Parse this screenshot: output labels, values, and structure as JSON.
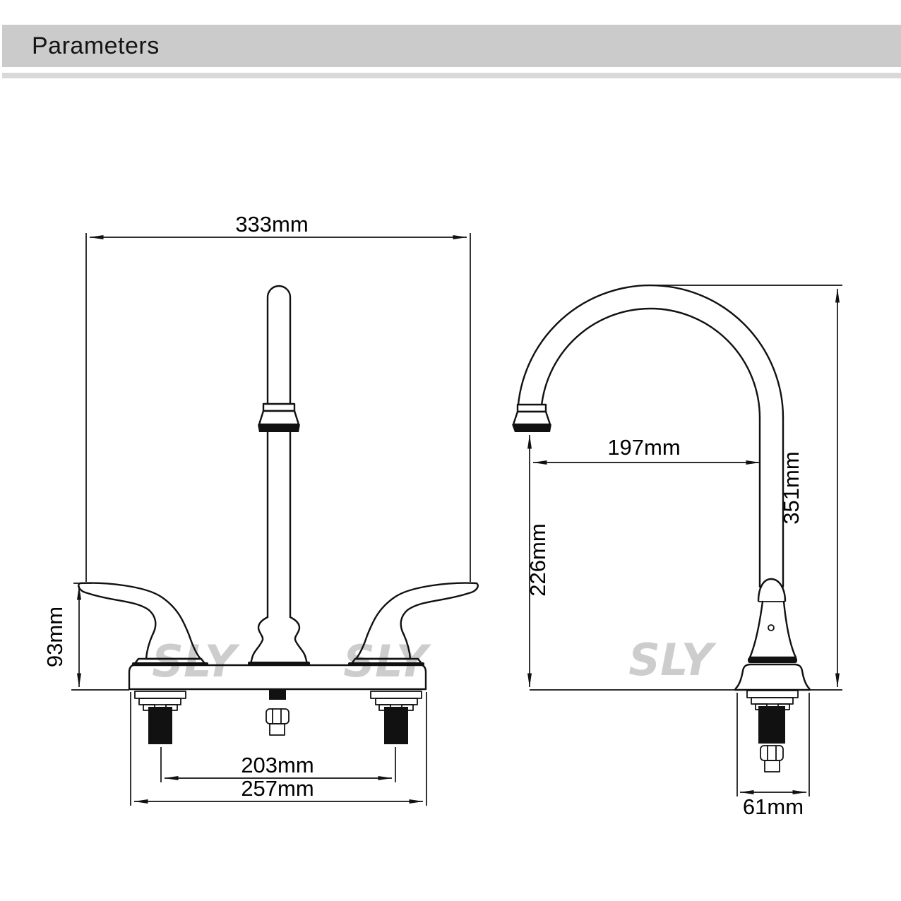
{
  "header": {
    "title": "Parameters"
  },
  "colors": {
    "header_bar": "#cbcbcb",
    "sub_strip": "#d9d9d9",
    "line_art": "#111111",
    "watermark": "#cdcdcd"
  },
  "watermark": {
    "text": "SLY"
  },
  "views": {
    "front": {
      "label": "front-view-of-two-handle-faucet",
      "dims": {
        "overall_width": "333mm",
        "handle_height": "93mm",
        "hole_spacing": "203mm",
        "deck_width": "257mm"
      }
    },
    "side": {
      "label": "side-view-gooseneck-spout",
      "dims": {
        "spout_reach": "197mm",
        "outlet_height": "226mm",
        "overall_height": "351mm",
        "base_width": "61mm"
      }
    }
  }
}
